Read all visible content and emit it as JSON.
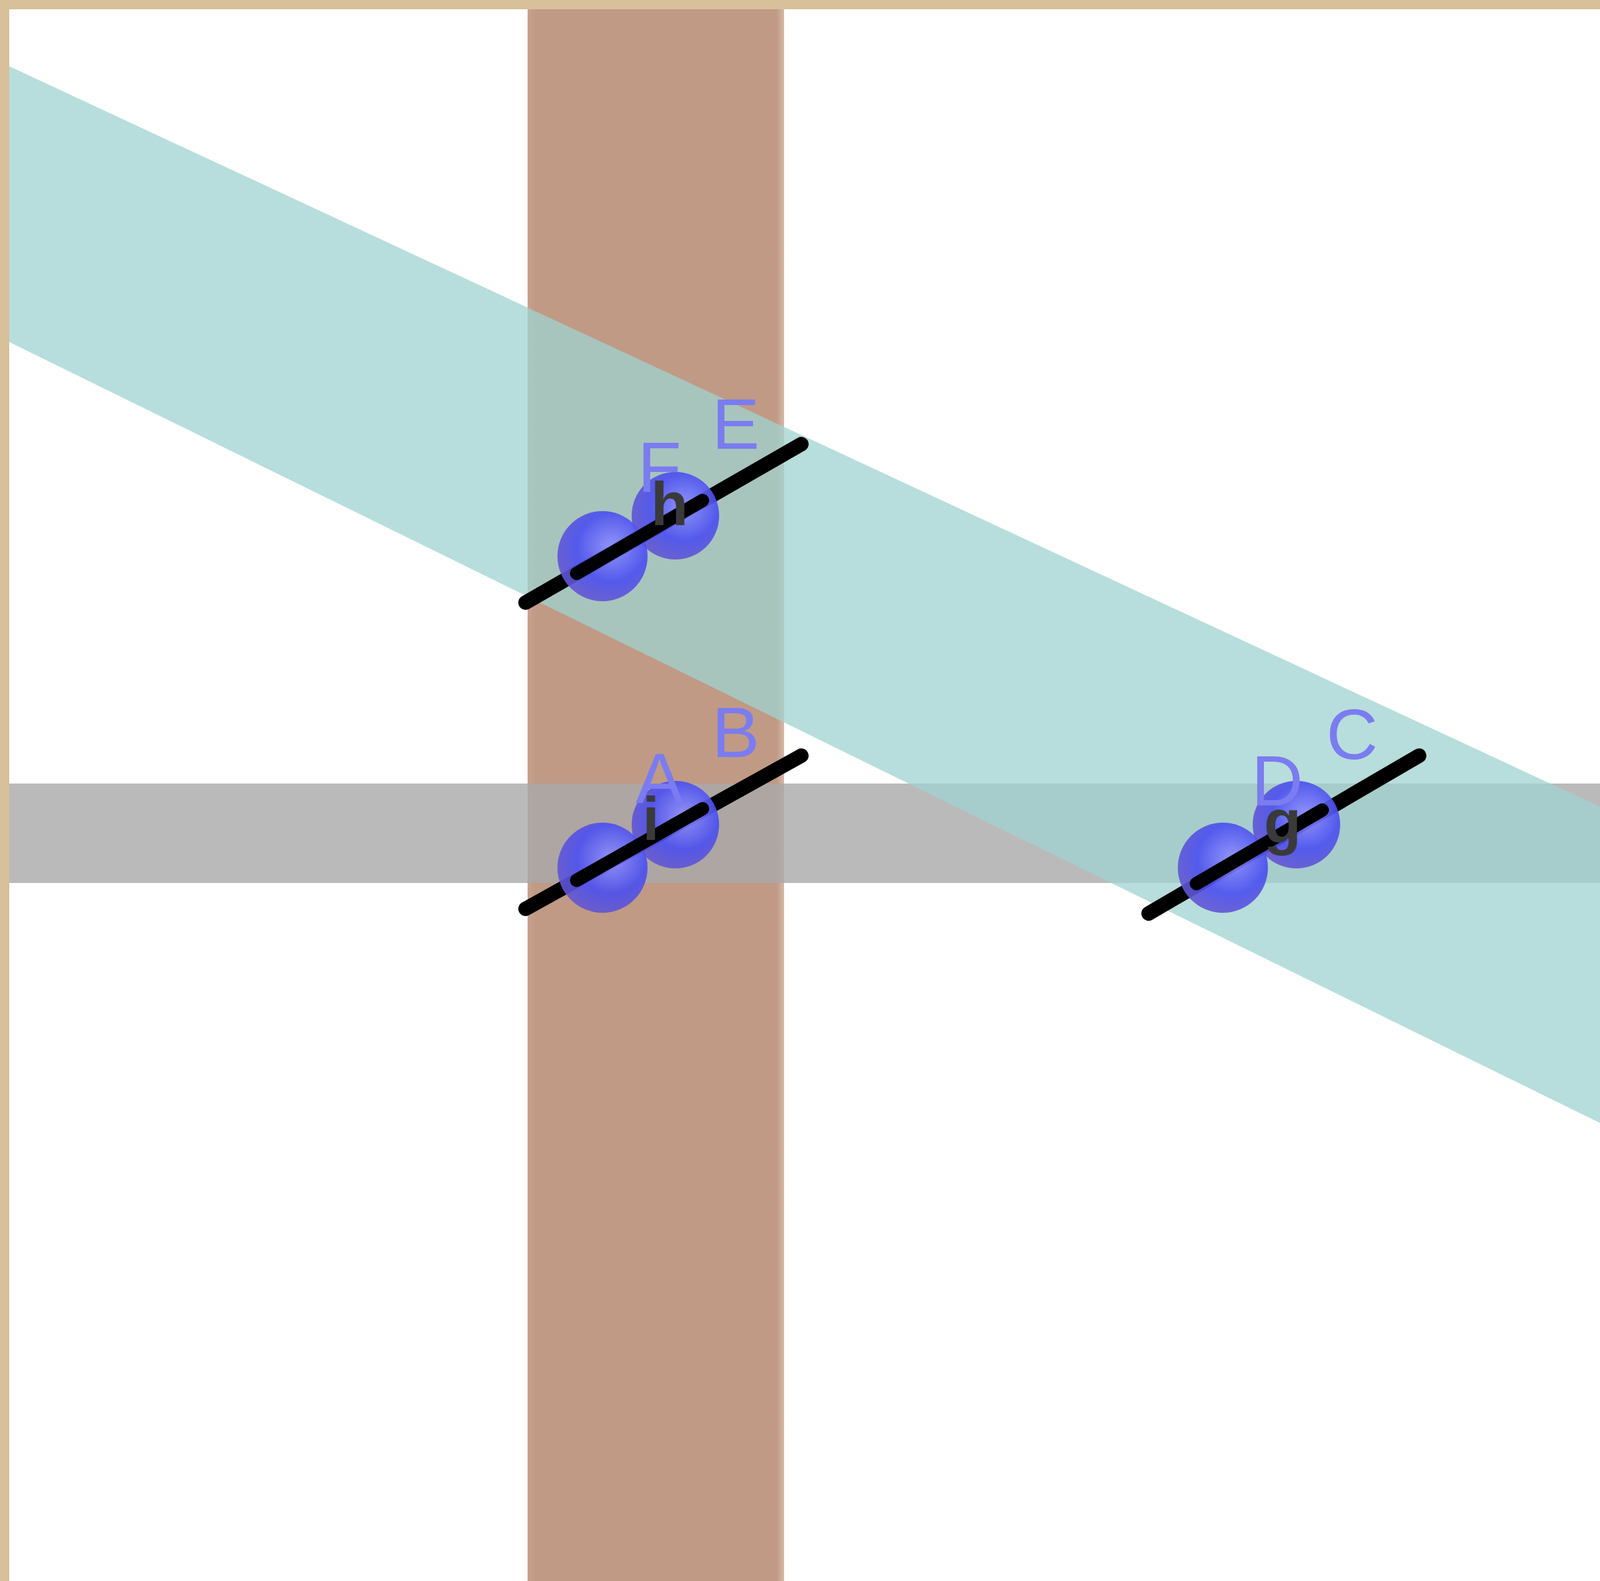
{
  "diagram": {
    "labels": [
      "E",
      "F",
      "h",
      "B",
      "A",
      "i",
      "C",
      "D",
      "g"
    ]
  }
}
